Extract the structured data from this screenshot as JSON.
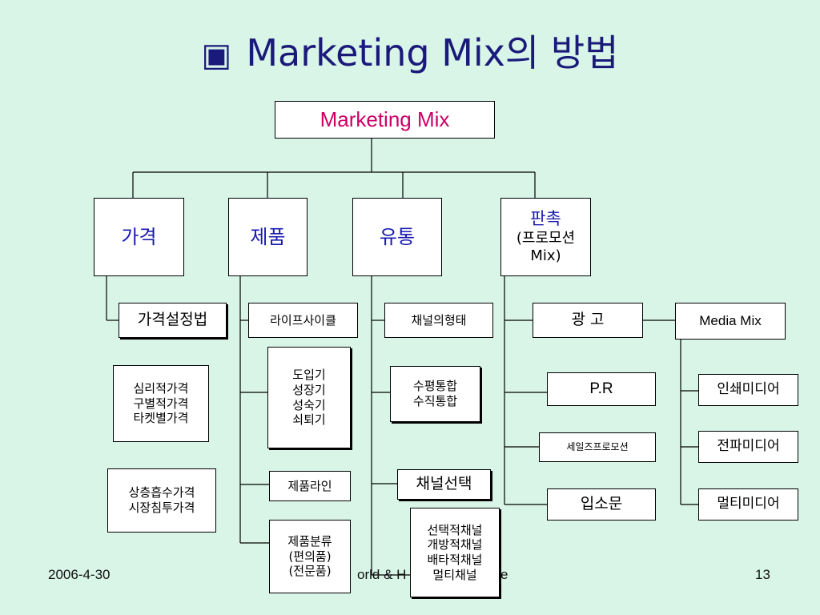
{
  "title": {
    "mark": "▣",
    "text": "Marketing Mix의 방법"
  },
  "root": "Marketing Mix",
  "level1": {
    "price": "가격",
    "product": "제품",
    "place": "유통",
    "promotion": {
      "line1": "판촉",
      "line2": "(프로모션",
      "line3": "Mix)"
    }
  },
  "price": {
    "method": "가격설정법",
    "group1": [
      "심리적가격",
      "구별적가격",
      "타켓별가격"
    ],
    "group2": [
      "상층흡수가격",
      "시장침투가격"
    ]
  },
  "product": {
    "lifecycle": "라이프사이클",
    "stages": [
      "도입기",
      "성장기",
      "성숙기",
      "쇠퇴기"
    ],
    "line": "제품라인",
    "classification": [
      "제품분류",
      "(편의품)",
      "(전문품)"
    ]
  },
  "place": {
    "channel_type": "채널의형태",
    "integration": [
      "수평통합",
      "수직통합"
    ],
    "channel_select": "채널선택",
    "channels": [
      "선택적채널",
      "개방적채널",
      "배타적채널",
      "멀티채널"
    ]
  },
  "promotion": {
    "ad": "광 고",
    "pr": "P.R",
    "sales_promo": "세일즈프로모션",
    "word_of_mouth": "입소문",
    "media_mix": "Media Mix",
    "media": [
      "인쇄미디어",
      "전파미디어",
      "멀티미디어"
    ]
  },
  "footer": {
    "date": "2006-4-30",
    "center": "orld & H",
    "center_tail": "e",
    "page": "13"
  },
  "colors": {
    "background": "#d8f5e8",
    "title": "#1a1a7a",
    "blue": "#1a1ab0",
    "root": "#cc0066"
  }
}
